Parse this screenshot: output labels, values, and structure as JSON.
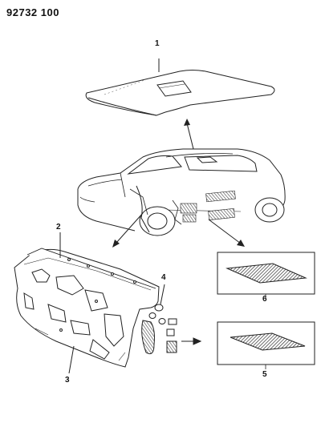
{
  "header": {
    "doc_id": "92732 100"
  },
  "callouts": {
    "c1": "1",
    "c2": "2",
    "c3": "3",
    "c4": "4",
    "c5": "5",
    "c6": "6"
  }
}
